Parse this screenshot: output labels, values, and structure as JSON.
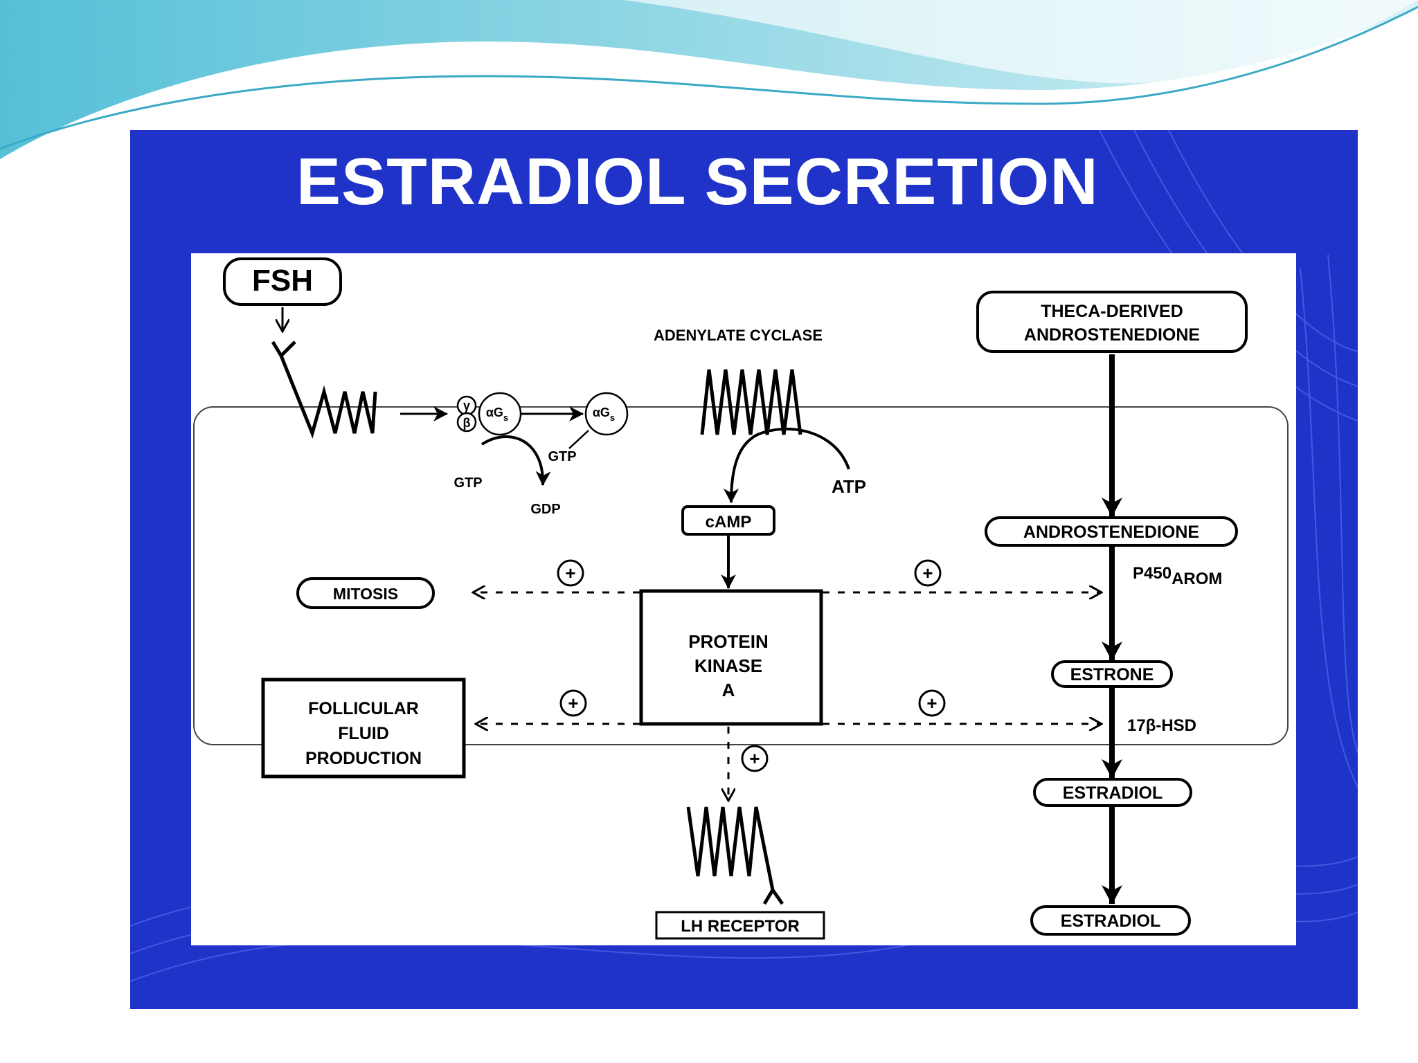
{
  "slide": {
    "title": "ESTRADIOL SECRETION",
    "colors": {
      "panel": "#1f33c8",
      "wave": "#5fc6dc",
      "diagram_bg": "#ffffff"
    }
  },
  "diagram": {
    "fsh": "FSH",
    "adenylate_cyclase": "ADENYLATE CYCLASE",
    "g_protein": {
      "gamma": "γ",
      "beta": "β",
      "alpha": "αG",
      "alpha_sub": "s",
      "alpha2": "αG",
      "alpha2_sub": "s"
    },
    "gtp_left": "GTP",
    "gtp_right": "GTP",
    "gdp": "GDP",
    "atp": "ATP",
    "camp": "cAMP",
    "protein_kinase": [
      "PROTEIN",
      "KINASE",
      "A"
    ],
    "mitosis": "MITOSIS",
    "follicular": [
      "FOLLICULAR",
      "FLUID",
      "PRODUCTION"
    ],
    "lh_receptor": "LH RECEPTOR",
    "theca": [
      "THECA-DERIVED",
      "ANDROSTENEDIONE"
    ],
    "androstenedione": "ANDROSTENEDIONE",
    "p450": "P450",
    "arom": "AROM",
    "estrone": "ESTRONE",
    "hsd": "17β-HSD",
    "estradiol_inside": "ESTRADIOL",
    "estradiol_outside": "ESTRADIOL",
    "plus": "+"
  }
}
